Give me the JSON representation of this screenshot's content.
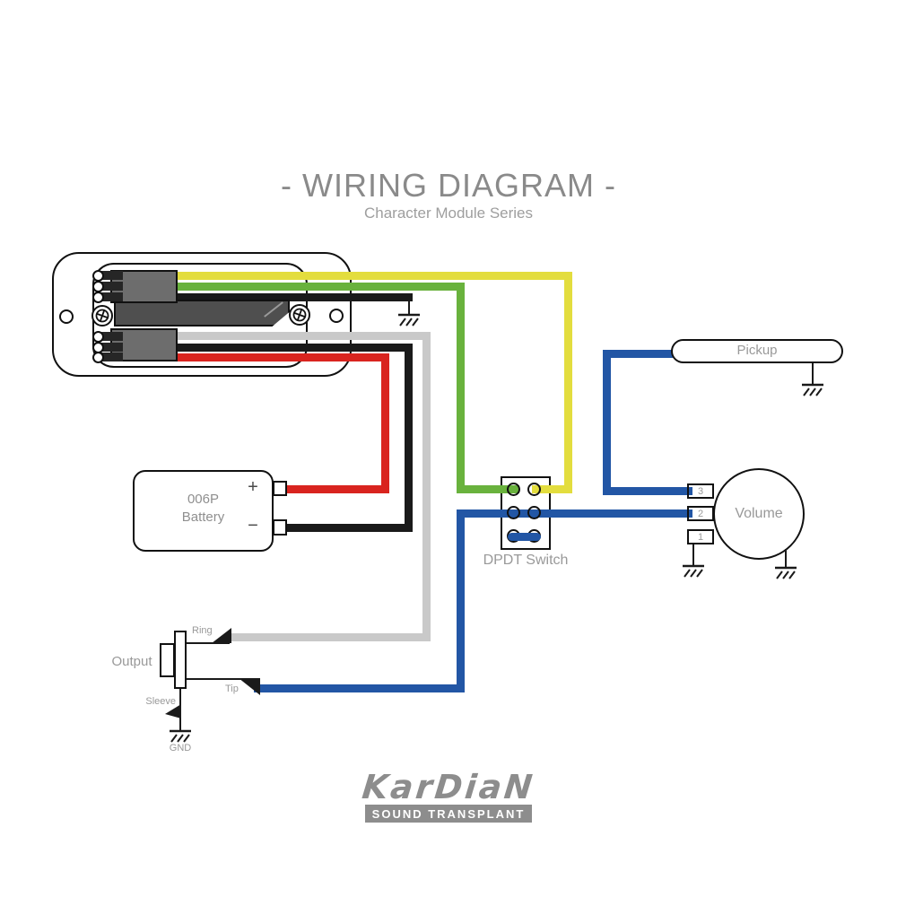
{
  "title": {
    "main": "- WIRING DIAGRAM -",
    "subtitle": "Character Module Series"
  },
  "components": {
    "pickup": {
      "label": "Pickup"
    },
    "battery": {
      "name_line1": "006P",
      "name_line2": "Battery",
      "positive": "+",
      "negative": "−"
    },
    "dpdt_switch": {
      "label": "DPDT Switch"
    },
    "volume": {
      "label": "Volume",
      "terminals": [
        "3",
        "2",
        "1"
      ]
    },
    "output_jack": {
      "label": "Output",
      "ring": "Ring",
      "tip": "Tip",
      "sleeve": "Sleeve",
      "ground": "GND"
    }
  },
  "wires": {
    "yellow": "#e3dd3e",
    "green": "#69b23d",
    "black": "#1a1a1a",
    "white": "#c9c9c9",
    "red": "#d9241f",
    "blue": "#2256a5"
  },
  "colors": {
    "label_gray": "#999999",
    "title_gray": "#8a8a8a",
    "logo_gray": "#8d8d8d",
    "connector_gray": "#6d6d6d",
    "pcb_gray": "#4f4f4f"
  },
  "logo": {
    "brand": "KarDiaN",
    "tagline": "SOUND TRANSPLANT"
  }
}
